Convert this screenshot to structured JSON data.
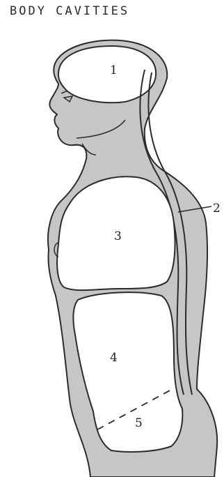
{
  "title": "BODY CAVITIES",
  "colors": {
    "tissue": "#c6c6c6",
    "cavity": "#ffffff",
    "ink": "#2b2b2b"
  },
  "cavities": [
    {
      "label": "1"
    },
    {
      "label": "2"
    },
    {
      "label": "3"
    },
    {
      "label": "4"
    },
    {
      "label": "5"
    }
  ]
}
